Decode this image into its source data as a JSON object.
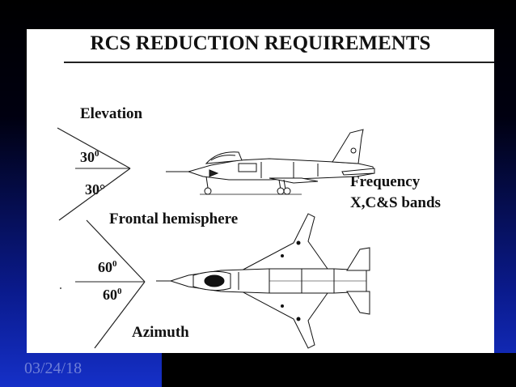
{
  "slide": {
    "title": "RCS REDUCTION REQUIREMENTS",
    "date": "03/24/18"
  },
  "diagram": {
    "elevation_label": "Elevation",
    "elev_angle_top_num": "30",
    "elev_angle_top_sup": "0",
    "elev_angle_bottom": "30°",
    "frontal_label": "Frontal hemisphere",
    "az_angle_top_num": "60",
    "az_angle_top_sup": "0",
    "az_angle_bottom_num": "60",
    "az_angle_bottom_sup": "0",
    "azimuth_label": "Azimuth",
    "frequency_label": "Frequency",
    "bands_label": "X,C&S bands"
  }
}
